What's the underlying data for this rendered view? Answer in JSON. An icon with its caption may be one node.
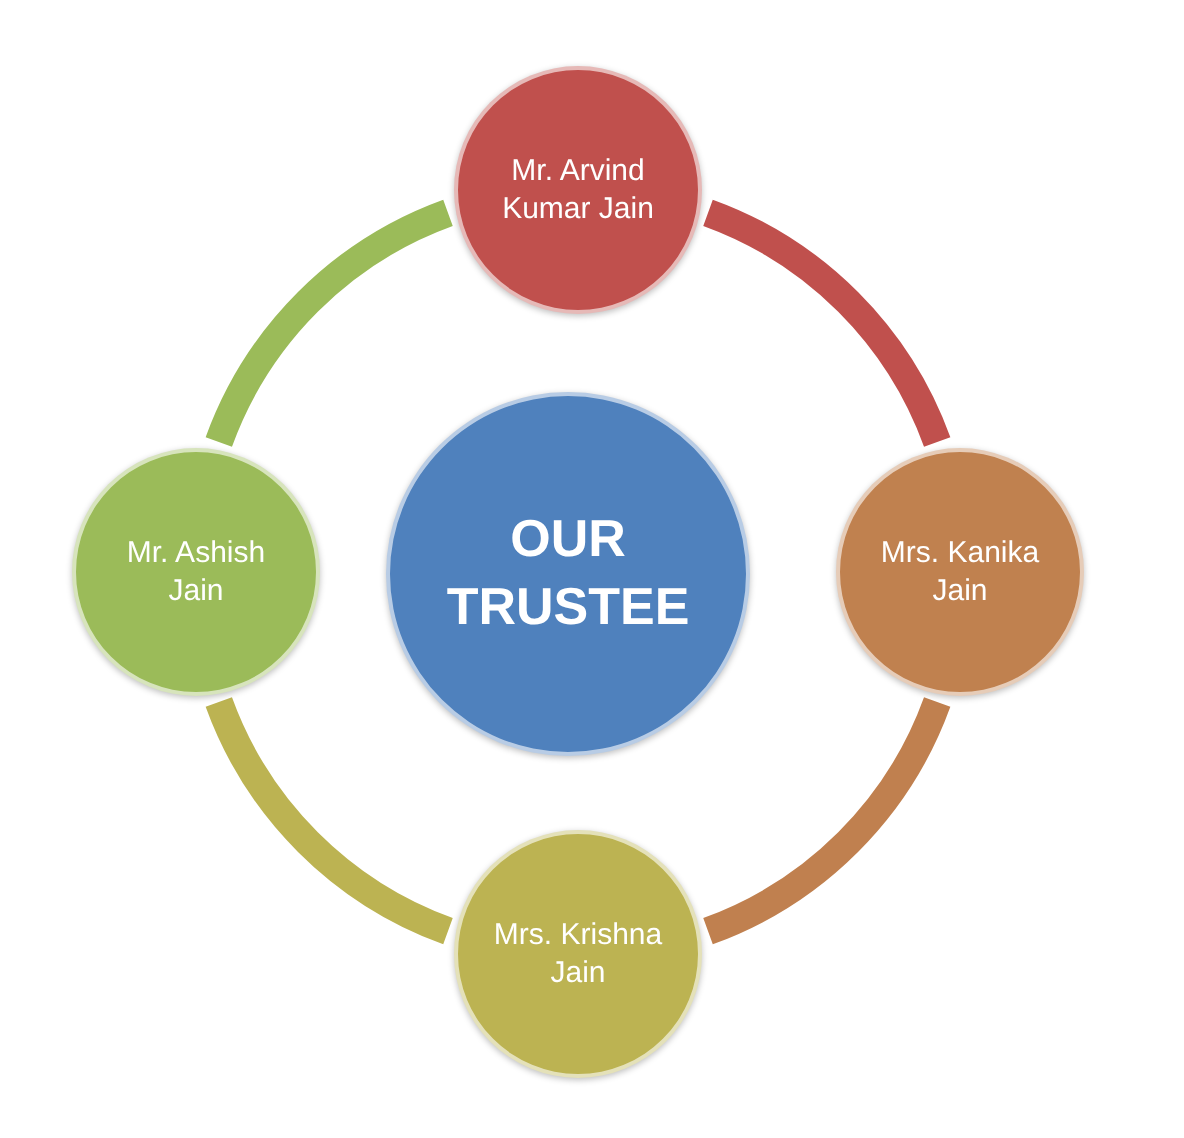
{
  "diagram": {
    "nodes": [
      {
        "text": [
          "Mr. Arvind Kumar Jain"
        ]
      },
      {
        "text": [
          "Mr. Ashish Jain"
        ]
      },
      {
        "text": [
          "OUR TRUSTEE"
        ]
      },
      {
        "text": [
          "Mrs. Kanika Jain"
        ]
      },
      {
        "text": [
          "Mrs. Krishna Jain"
        ]
      }
    ],
    "edges": [
      {
        "from": 0,
        "to": 3,
        "arrow": "none",
        "color": "#c0504d"
      },
      {
        "from": 3,
        "to": 4,
        "arrow": "none",
        "color": "#c0804f"
      },
      {
        "from": 4,
        "to": 1,
        "arrow": "none",
        "color": "#bcb352"
      },
      {
        "from": 1,
        "to": 0,
        "arrow": "none",
        "color": "#9bbb59"
      }
    ]
  }
}
